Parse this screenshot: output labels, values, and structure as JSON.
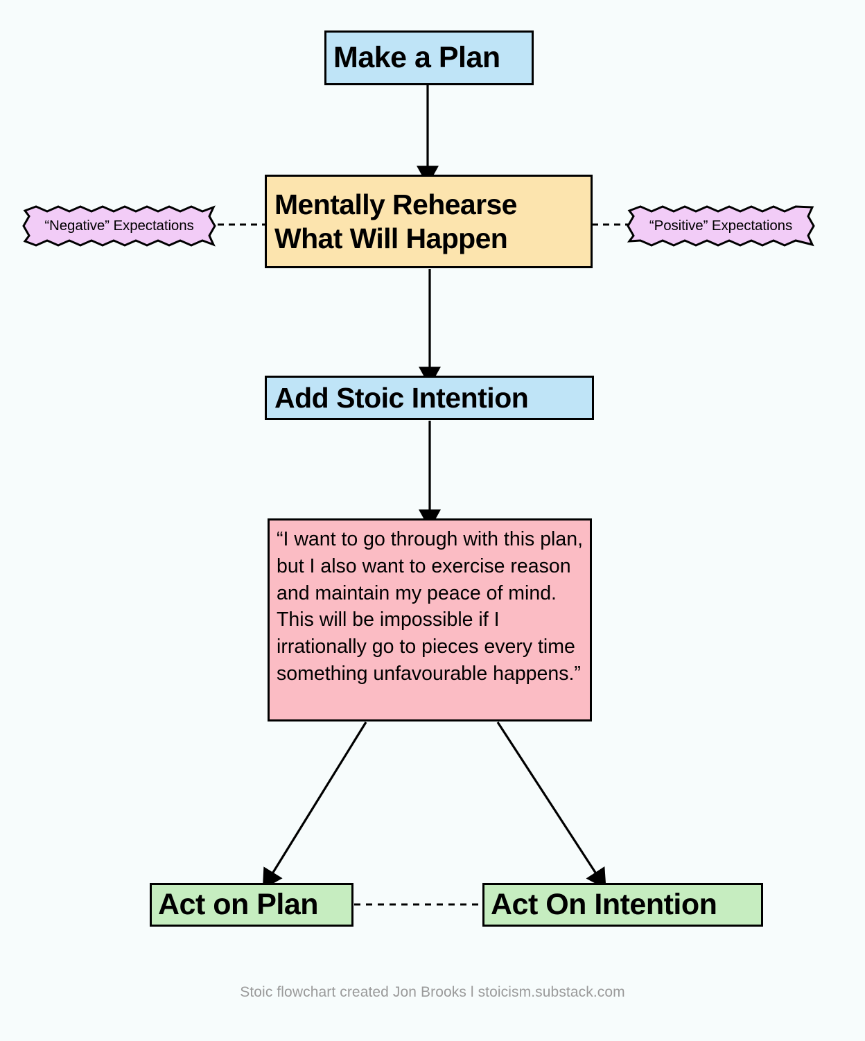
{
  "diagram": {
    "title": "Stoic Flowchart",
    "background_color": "#f7fcfc",
    "nodes": {
      "make_plan": {
        "label": "Make a Plan",
        "fill": "#bfe4f7",
        "stroke": "#000000"
      },
      "rehearse": {
        "line1": "Mentally Rehearse",
        "line2": "What Will Happen",
        "fill": "#fce4ae",
        "stroke": "#000000"
      },
      "stoic_intention": {
        "label": "Add Stoic Intention",
        "fill": "#bfe4f7",
        "stroke": "#000000"
      },
      "quote": {
        "text": "“I want to go through with this plan, but I also want to exercise reason and maintain my peace of mind. This will be impossible if I irrationally go to pieces every time something unfavourable happens.”",
        "fill": "#fbbcc4",
        "stroke": "#000000"
      },
      "act_on_plan": {
        "label": "Act on Plan",
        "fill": "#c6edc0",
        "stroke": "#000000"
      },
      "act_on_intention": {
        "label": "Act On Intention",
        "fill": "#c6edc0",
        "stroke": "#000000"
      }
    },
    "banners": {
      "negative": {
        "label": "“Negative” Expectations",
        "fill": "#f2ccf7",
        "stroke": "#000000",
        "shape": "zigzag-burst"
      },
      "positive": {
        "label": "“Positive” Expectations",
        "fill": "#f2ccf7",
        "stroke": "#000000",
        "shape": "zigzag-burst"
      }
    },
    "connectors": [
      {
        "name": "make-plan-to-rehearse",
        "style": "solid-arrow",
        "from": "make_plan",
        "to": "rehearse"
      },
      {
        "name": "rehearse-to-stoic-intention",
        "style": "solid-arrow",
        "from": "rehearse",
        "to": "stoic_intention"
      },
      {
        "name": "stoic-intention-to-quote",
        "style": "solid-arrow",
        "from": "stoic_intention",
        "to": "quote"
      },
      {
        "name": "quote-to-act-on-plan",
        "style": "solid-arrow",
        "from": "quote",
        "to": "act_on_plan"
      },
      {
        "name": "quote-to-act-on-intention",
        "style": "solid-arrow",
        "from": "quote",
        "to": "act_on_intention"
      },
      {
        "name": "negative-banner-to-rehearse",
        "style": "dashed",
        "from": "negative",
        "to": "rehearse"
      },
      {
        "name": "positive-banner-to-rehearse",
        "style": "dashed",
        "from": "positive",
        "to": "rehearse"
      },
      {
        "name": "act-on-plan-to-act-on-intention",
        "style": "dashed",
        "from": "act_on_plan",
        "to": "act_on_intention"
      }
    ],
    "footer": {
      "credit": "Stoic flowchart created Jon Brooks l stoicism.substack.com",
      "color": "#9a9a9a"
    }
  }
}
